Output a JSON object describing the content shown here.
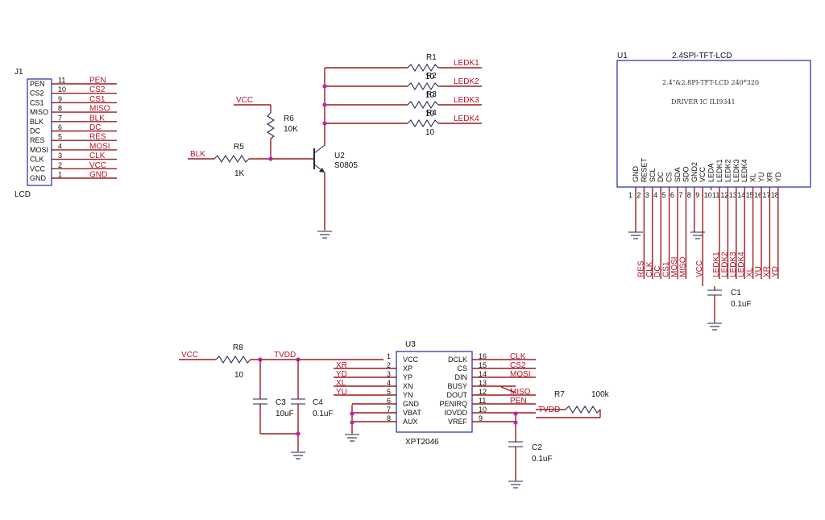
{
  "j1": {
    "ref": "J1",
    "name": "LCD",
    "pins": [
      {
        "label": "PEN",
        "num": "11",
        "net": "PEN"
      },
      {
        "label": "CS2",
        "num": "10",
        "net": "CS2"
      },
      {
        "label": "CS1",
        "num": "9",
        "net": "CS1"
      },
      {
        "label": "MISO",
        "num": "8",
        "net": "MISO"
      },
      {
        "label": "BLK",
        "num": "7",
        "net": "BLK"
      },
      {
        "label": "DC",
        "num": "6",
        "net": "DC"
      },
      {
        "label": "RES",
        "num": "5",
        "net": "RES"
      },
      {
        "label": "MOSI",
        "num": "4",
        "net": "MOSI"
      },
      {
        "label": "CLK",
        "num": "3",
        "net": "CLK"
      },
      {
        "label": "VCC",
        "num": "2",
        "net": "VCC"
      },
      {
        "label": "GND",
        "num": "1",
        "net": "GND"
      }
    ]
  },
  "backlight": {
    "vcc": "VCC",
    "blk": "BLK",
    "r5": {
      "ref": "R5",
      "value": "1K"
    },
    "r6": {
      "ref": "R6",
      "value": "10K"
    },
    "u2": {
      "ref": "U2",
      "part": "S0805"
    },
    "leds": [
      {
        "ref": "R1",
        "value": "10",
        "net": "LEDK1"
      },
      {
        "ref": "R2",
        "value": "10",
        "net": "LEDK2"
      },
      {
        "ref": "R3",
        "value": "10",
        "net": "LEDK3"
      },
      {
        "ref": "R4",
        "value": "10",
        "net": "LEDK4"
      }
    ]
  },
  "u1": {
    "ref": "U1",
    "title": "2.4SPI-TFT-LCD",
    "line1": "2.4\"&2.8PI-TFT-LCD 240*320",
    "line2": "DRIVER IC ILI9341",
    "pins": [
      {
        "num": "1",
        "name": "GND",
        "net": ""
      },
      {
        "num": "2",
        "name": "RESET",
        "net": "RES"
      },
      {
        "num": "3",
        "name": "SCL",
        "net": "CLK"
      },
      {
        "num": "4",
        "name": "DC",
        "net": "DC"
      },
      {
        "num": "5",
        "name": "CS",
        "net": "CS1"
      },
      {
        "num": "6",
        "name": "SDA",
        "net": "MOSI"
      },
      {
        "num": "7",
        "name": "SDO",
        "net": "MISO"
      },
      {
        "num": "8",
        "name": "GND2",
        "net": ""
      },
      {
        "num": "9",
        "name": "VCC",
        "net": "VCC"
      },
      {
        "num": "10",
        "name": "LEDA",
        "net": ""
      },
      {
        "num": "11",
        "name": "LEDK1",
        "net": "LEDK1"
      },
      {
        "num": "12",
        "name": "LEDK2",
        "net": "LEDK2"
      },
      {
        "num": "13",
        "name": "LEDK3",
        "net": "LEDK3"
      },
      {
        "num": "14",
        "name": "LEDK4",
        "net": "LEDK4"
      },
      {
        "num": "15",
        "name": "XL",
        "net": "XL"
      },
      {
        "num": "16",
        "name": "YU",
        "net": "YU"
      },
      {
        "num": "17",
        "name": "XR",
        "net": "XR"
      },
      {
        "num": "18",
        "name": "YD",
        "net": "YD"
      }
    ],
    "c1": {
      "ref": "C1",
      "value": "0.1uF"
    }
  },
  "touch": {
    "vcc": "VCC",
    "tvdd": "TVDD",
    "r8": {
      "ref": "R8",
      "value": "10"
    },
    "c3": {
      "ref": "C3",
      "value": "10uF"
    },
    "c4": {
      "ref": "C4",
      "value": "0.1uF"
    },
    "c2": {
      "ref": "C2",
      "value": "0.1uF"
    },
    "r7": {
      "ref": "R7",
      "value": "100k"
    },
    "u3": {
      "ref": "U3",
      "part": "XPT2046"
    },
    "left_pins": [
      {
        "num": "1",
        "name": "VCC",
        "net": ""
      },
      {
        "num": "2",
        "name": "XP",
        "net": "XR"
      },
      {
        "num": "3",
        "name": "YP",
        "net": "YD"
      },
      {
        "num": "4",
        "name": "XN",
        "net": "XL"
      },
      {
        "num": "5",
        "name": "YN",
        "net": "YU"
      },
      {
        "num": "6",
        "name": "GND",
        "net": ""
      },
      {
        "num": "7",
        "name": "VBAT",
        "net": ""
      },
      {
        "num": "8",
        "name": "AUX",
        "net": ""
      }
    ],
    "right_pins": [
      {
        "num": "16",
        "name": "DCLK",
        "net": "CLK"
      },
      {
        "num": "15",
        "name": "CS",
        "net": "CS2"
      },
      {
        "num": "14",
        "name": "DIN",
        "net": "MOSI"
      },
      {
        "num": "13",
        "name": "BUSY",
        "net": ""
      },
      {
        "num": "12",
        "name": "DOUT",
        "net": "MISO"
      },
      {
        "num": "11",
        "name": "PENIRQ",
        "net": "PEN"
      },
      {
        "num": "10",
        "name": "IOVDD",
        "net": "TVDD"
      },
      {
        "num": "9",
        "name": "VREF",
        "net": ""
      }
    ]
  },
  "colors": {
    "wire": "#9b1c1c",
    "net_label": "#b3122b",
    "junction": "#c21fb0",
    "part_outline": "#2f3aa8",
    "text": "#111111"
  }
}
